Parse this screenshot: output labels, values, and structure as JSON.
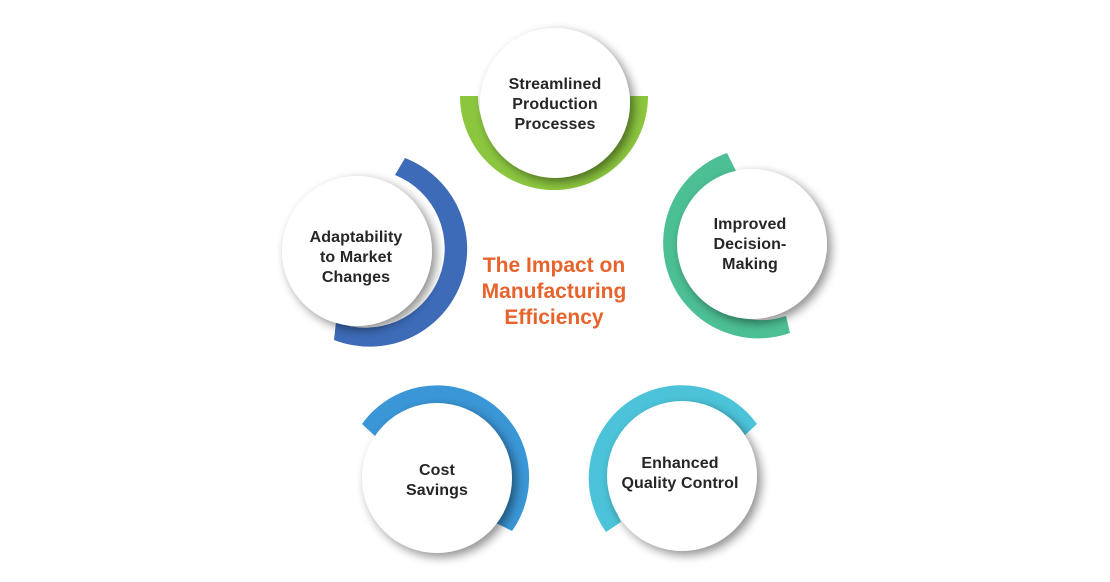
{
  "title": {
    "lines": [
      "The Impact on",
      "Manufacturing",
      "Efficiency"
    ],
    "color": "#e8632b"
  },
  "nodes": [
    {
      "id": "streamlined-production-processes",
      "lines": [
        "Streamlined",
        "Production",
        "Processes"
      ],
      "arc_color": "#8cc63f",
      "position": "top"
    },
    {
      "id": "improved-decision-making",
      "lines": [
        "Improved",
        "Decision-",
        "Making"
      ],
      "arc_color": "#4cbf94",
      "position": "right"
    },
    {
      "id": "enhanced-quality-control",
      "lines": [
        "Enhanced",
        "Quality Control"
      ],
      "arc_color": "#4cc3d9",
      "position": "bottom-right"
    },
    {
      "id": "cost-savings",
      "lines": [
        "Cost",
        "Savings"
      ],
      "arc_color": "#3a96d6",
      "position": "bottom-left"
    },
    {
      "id": "adaptability-to-market-changes",
      "lines": [
        "Adaptability",
        "to Market",
        "Changes"
      ],
      "arc_color": "#3d6bb8",
      "position": "left"
    }
  ]
}
